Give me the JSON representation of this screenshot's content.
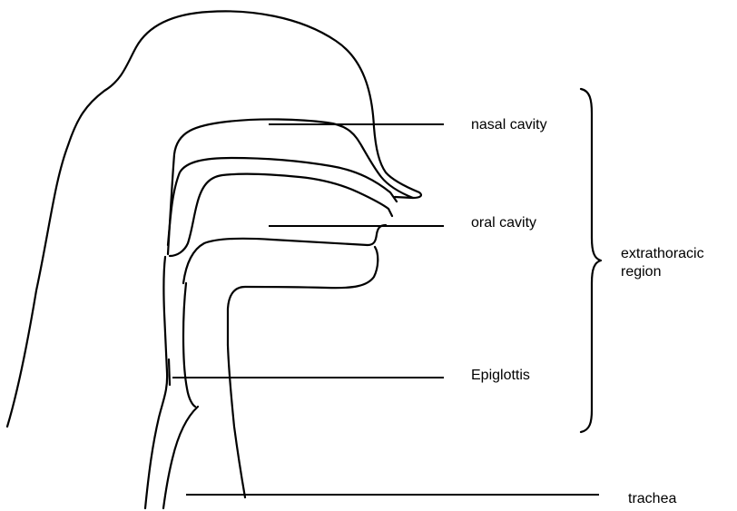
{
  "labels": {
    "nasal_cavity": "nasal cavity",
    "oral_cavity": "oral cavity",
    "epiglottis": "Epiglottis",
    "region_line1": "extrathoracic",
    "region_line2": "region",
    "trachea": "trachea"
  }
}
